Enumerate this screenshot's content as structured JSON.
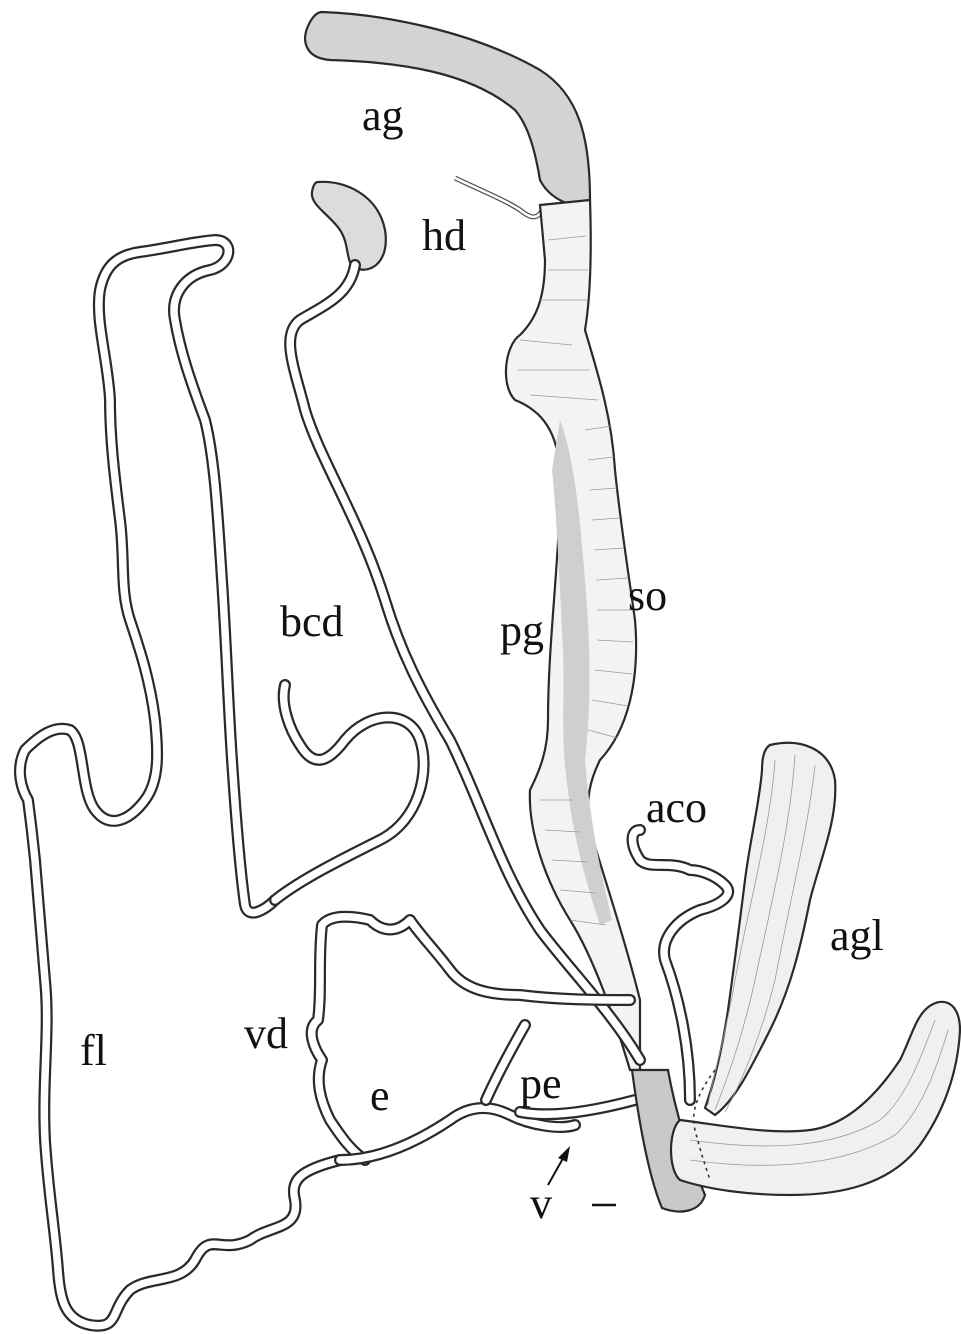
{
  "labels": {
    "ag": "ag",
    "hd": "hd",
    "bcd": "bcd",
    "pg": "pg",
    "so": "so",
    "aco": "aco",
    "agl": "agl",
    "fl": "fl",
    "vd": "vd",
    "e": "e",
    "pe": "pe",
    "v": "v"
  },
  "colors": {
    "outline": "#2a2a2a",
    "gland_fill": "#d6d6d6",
    "light_fill": "#efefef",
    "background": "#ffffff"
  }
}
